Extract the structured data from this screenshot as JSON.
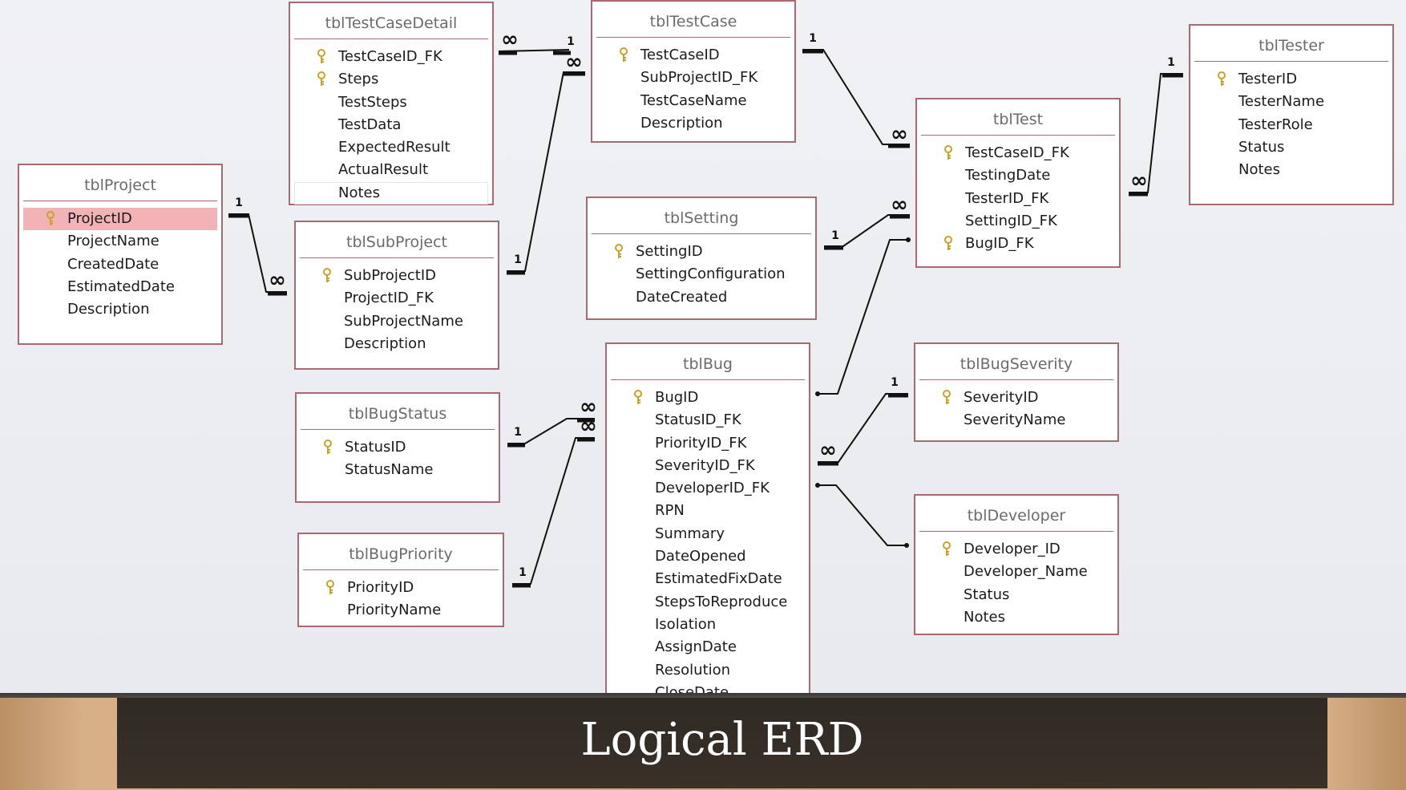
{
  "slide_title": "Logical ERD",
  "colors": {
    "table_border": "#a86a70",
    "selected_row": "#f3b3b6",
    "key_icon": "#c9a227",
    "title_band": "#2f2a24"
  },
  "relationship_symbols": {
    "one": "1",
    "many": "∞"
  },
  "tables": [
    {
      "id": "tblTestCaseDetail",
      "name": "tblTestCaseDetail",
      "fields": [
        {
          "name": "TestCaseID_FK",
          "key": true
        },
        {
          "name": "Steps",
          "key": true
        },
        {
          "name": "TestSteps",
          "key": false
        },
        {
          "name": "TestData",
          "key": false
        },
        {
          "name": "ExpectedResult",
          "key": false
        },
        {
          "name": "ActualResult",
          "key": false
        },
        {
          "name": "Notes",
          "key": false,
          "boxed": true
        }
      ]
    },
    {
      "id": "tblTestCase",
      "name": "tblTestCase",
      "fields": [
        {
          "name": "TestCaseID",
          "key": true
        },
        {
          "name": "SubProjectID_FK",
          "key": false
        },
        {
          "name": "TestCaseName",
          "key": false
        },
        {
          "name": "Description",
          "key": false
        }
      ]
    },
    {
      "id": "tblTester",
      "name": "tblTester",
      "fields": [
        {
          "name": "TesterID",
          "key": true
        },
        {
          "name": "TesterName",
          "key": false
        },
        {
          "name": "TesterRole",
          "key": false
        },
        {
          "name": "Status",
          "key": false
        },
        {
          "name": "Notes",
          "key": false
        }
      ]
    },
    {
      "id": "tblProject",
      "name": "tblProject",
      "fields": [
        {
          "name": "ProjectID",
          "key": true,
          "selected": true
        },
        {
          "name": "ProjectName",
          "key": false
        },
        {
          "name": "CreatedDate",
          "key": false
        },
        {
          "name": "EstimatedDate",
          "key": false
        },
        {
          "name": "Description",
          "key": false
        }
      ]
    },
    {
      "id": "tblSubProject",
      "name": "tblSubProject",
      "fields": [
        {
          "name": "SubProjectID",
          "key": true
        },
        {
          "name": "ProjectID_FK",
          "key": false
        },
        {
          "name": "SubProjectName",
          "key": false
        },
        {
          "name": "Description",
          "key": false
        }
      ]
    },
    {
      "id": "tblTest",
      "name": "tblTest",
      "fields": [
        {
          "name": "TestCaseID_FK",
          "key": true
        },
        {
          "name": "TestingDate",
          "key": false
        },
        {
          "name": "TesterID_FK",
          "key": false
        },
        {
          "name": "SettingID_FK",
          "key": false
        },
        {
          "name": "BugID_FK",
          "key": true
        }
      ]
    },
    {
      "id": "tblSetting",
      "name": "tblSetting",
      "fields": [
        {
          "name": "SettingID",
          "key": true
        },
        {
          "name": "SettingConfiguration",
          "key": false
        },
        {
          "name": "DateCreated",
          "key": false
        }
      ]
    },
    {
      "id": "tblBugStatus",
      "name": "tblBugStatus",
      "fields": [
        {
          "name": "StatusID",
          "key": true
        },
        {
          "name": "StatusName",
          "key": false
        }
      ]
    },
    {
      "id": "tblBug",
      "name": "tblBug",
      "fields": [
        {
          "name": "BugID",
          "key": true
        },
        {
          "name": "StatusID_FK",
          "key": false
        },
        {
          "name": "PriorityID_FK",
          "key": false
        },
        {
          "name": "SeverityID_FK",
          "key": false
        },
        {
          "name": "DeveloperID_FK",
          "key": false
        },
        {
          "name": "RPN",
          "key": false
        },
        {
          "name": "Summary",
          "key": false
        },
        {
          "name": "DateOpened",
          "key": false
        },
        {
          "name": "EstimatedFixDate",
          "key": false
        },
        {
          "name": "StepsToReproduce",
          "key": false
        },
        {
          "name": "Isolation",
          "key": false
        },
        {
          "name": "AssignDate",
          "key": false
        },
        {
          "name": "Resolution",
          "key": false
        },
        {
          "name": "CloseDate",
          "key": false
        }
      ]
    },
    {
      "id": "tblBugSeverity",
      "name": "tblBugSeverity",
      "fields": [
        {
          "name": "SeverityID",
          "key": true
        },
        {
          "name": "SeverityName",
          "key": false
        }
      ]
    },
    {
      "id": "tblBugPriority",
      "name": "tblBugPriority",
      "fields": [
        {
          "name": "PriorityID",
          "key": true
        },
        {
          "name": "PriorityName",
          "key": false
        }
      ]
    },
    {
      "id": "tblDeveloper",
      "name": "tblDeveloper",
      "fields": [
        {
          "name": "Developer_ID",
          "key": true
        },
        {
          "name": "Developer_Name",
          "key": false
        },
        {
          "name": "Status",
          "key": false
        },
        {
          "name": "Notes",
          "key": false
        }
      ]
    }
  ],
  "relationships": [
    {
      "from": "tblTestCase",
      "to": "tblTestCaseDetail",
      "from_card": "1",
      "to_card": "∞"
    },
    {
      "from": "tblSubProject",
      "to": "tblTestCase",
      "from_card": "1",
      "to_card": "∞"
    },
    {
      "from": "tblTestCase",
      "to": "tblTest",
      "from_card": "1",
      "to_card": "∞"
    },
    {
      "from": "tblTester",
      "to": "tblTest",
      "from_card": "1",
      "to_card": "∞"
    },
    {
      "from": "tblProject",
      "to": "tblSubProject",
      "from_card": "1",
      "to_card": "∞"
    },
    {
      "from": "tblSetting",
      "to": "tblTest",
      "from_card": "1",
      "to_card": "∞"
    },
    {
      "from": "tblBug",
      "to": "tblTest",
      "from_card": "",
      "to_card": ""
    },
    {
      "from": "tblBugStatus",
      "to": "tblBug",
      "from_card": "1",
      "to_card": "∞"
    },
    {
      "from": "tblBugPriority",
      "to": "tblBug",
      "from_card": "1",
      "to_card": "∞"
    },
    {
      "from": "tblBugSeverity",
      "to": "tblBug",
      "from_card": "1",
      "to_card": "∞"
    },
    {
      "from": "tblDeveloper",
      "to": "tblBug",
      "from_card": "",
      "to_card": ""
    }
  ]
}
